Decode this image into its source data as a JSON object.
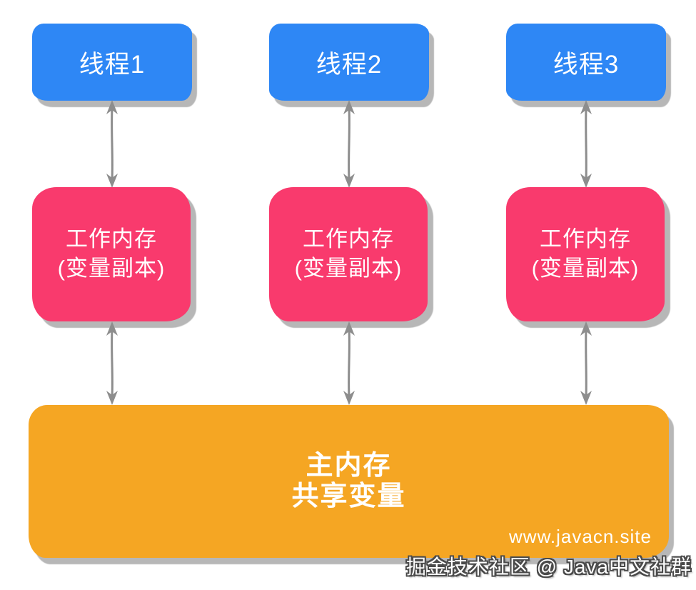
{
  "diagram": {
    "title_semantic": "Java memory model diagram",
    "threads": [
      {
        "label": "线程1"
      },
      {
        "label": "线程2"
      },
      {
        "label": "线程3"
      }
    ],
    "working_memory": {
      "line1": "工作内存",
      "line2": "(变量副本)"
    },
    "main_memory": {
      "line1": "主内存",
      "line2": "共享变量"
    },
    "watermark": "www.javacn.site",
    "caption": "掘金技术社区 @ Java中文社群",
    "icons": {
      "connector": "double-arrow-vertical-icon"
    },
    "colors": {
      "thread_box": "#2e87f5",
      "working_memory_box": "#f93a6d",
      "main_memory_box": "#f5a623",
      "arrow": "#8d8d8d",
      "box_shadow": "#b7b7b7",
      "text": "#ffffff",
      "caption_outline": "#4a4a4a",
      "background": "#ffffff"
    }
  }
}
